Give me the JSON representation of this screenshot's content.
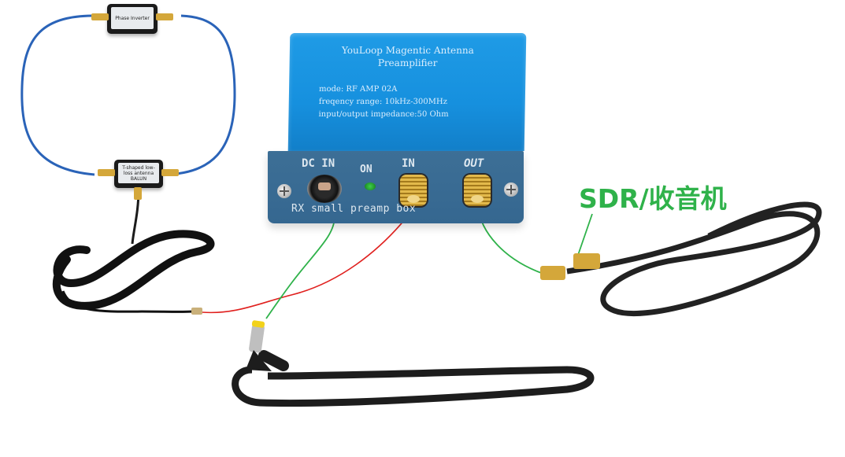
{
  "phase_inverter": {
    "label": "Phase Inverter"
  },
  "loop_amplifier": {
    "label": "T-shaped low-loss antenna BALUN"
  },
  "preamp": {
    "title_line1": "YouLoop Magentic Antenna",
    "title_line2": "Preamplifier",
    "spec_mode": "mode: RF AMP 02A",
    "spec_freq": "freqency range: 10kHz-300MHz",
    "spec_impedance": "input/output impedance:50 Ohm",
    "front_dc_in": "DC IN",
    "front_on": "ON",
    "front_in": "IN",
    "front_out": "OUT",
    "front_footer": "RX small preamp box"
  },
  "annotations": {
    "sdr_label": "SDR/收音机"
  },
  "colors": {
    "box_blue": "#1690de",
    "front_blue": "#3d6f96",
    "wire_green": "#2fb24a",
    "wire_red": "#e0201e",
    "loop_cable": "#2a63b8",
    "connector_gold": "#d4a73a"
  }
}
